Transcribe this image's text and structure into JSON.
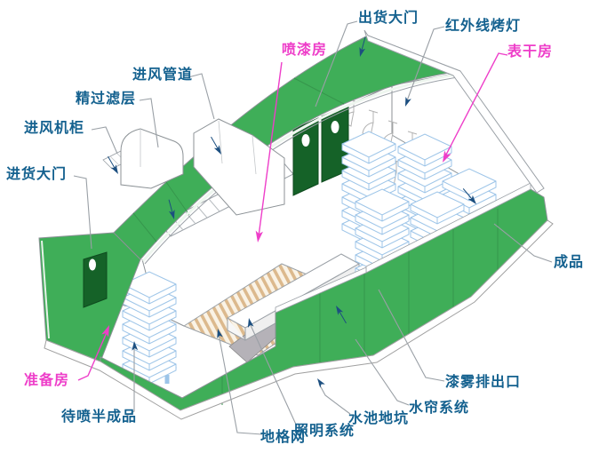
{
  "palette": {
    "building_green": "#3fae58",
    "door_dark_green": "#156228",
    "label_blue": "#14618f",
    "label_magenta": "#ee3ec9",
    "wireframe_blue": "#9cc4e8",
    "floor_grid_tan": "#dcb98d",
    "channel_gray": "#8f8c94",
    "arrow_navy": "#1c4f80",
    "leader_gray": "#9aa0a6"
  },
  "labels": {
    "shipping_gate": "出货大门",
    "infrared_baking_lamp": "红外线烤灯",
    "spray_paint_room": "喷漆房",
    "surface_drying_room": "表干房",
    "air_inlet_duct": "进风管道",
    "fine_filter_layer": "精过滤层",
    "air_inlet_cabinet": "进风机柜",
    "incoming_gate": "进货大门",
    "finished_products": "成品",
    "preparation_room": "准备房",
    "semi_finished_to_spray": "待喷半成品",
    "floor_grid": "地格网",
    "lighting_system": "照明系统",
    "water_pool_pit": "水池地坑",
    "water_curtain_system": "水帘系统",
    "paint_mist_outlet": "漆雾排出口"
  }
}
